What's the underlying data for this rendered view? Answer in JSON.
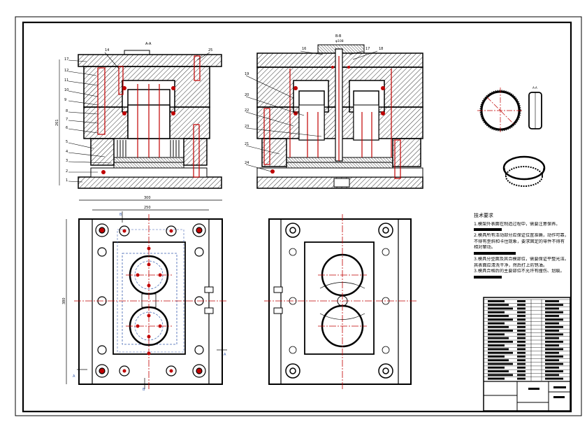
{
  "colors": {
    "line": "#000000",
    "accent": "#c00000",
    "hidden": "#3a5fb0",
    "bg": "#ffffff"
  },
  "views": {
    "section_aa": {
      "title": "A-A",
      "part_numbers": [
        "17",
        "12",
        "11",
        "10",
        "9",
        "8",
        "7",
        "6",
        "5",
        "4",
        "3",
        "2",
        "1",
        "14",
        "25"
      ],
      "dim_height": "261"
    },
    "section_bb": {
      "title": "B-B",
      "part_numbers": [
        "19",
        "20",
        "22",
        "23",
        "21",
        "24",
        "16",
        "17",
        "18"
      ],
      "dim_top": "φ108"
    },
    "top_view_left": {
      "dim_width_outer": "300",
      "dim_width_inner": "250",
      "dim_height": "380",
      "section_marks": [
        "B",
        "B",
        "A",
        "A"
      ]
    },
    "top_view_right": {}
  },
  "part_views": {
    "front_mark": "A-A"
  },
  "technical_requirements": {
    "title": "技术要求",
    "lines": [
      "1.模架外表面在制造过程中，需要注意保养。",
      "2.模具所有活动部分应保证位置准确，动作可靠，",
      "不得有歪斜和卡住现象，要求固定的零件不得有",
      "相对窜动。",
      "3.模具分型面及其合模部位，需要保证平整光洁。",
      "其表面应清洗干净，然后打上防锈油。",
      "3.模具合格后的主要部位不允许有撞伤、划痕。"
    ]
  },
  "title_block": {
    "rows": 22
  }
}
